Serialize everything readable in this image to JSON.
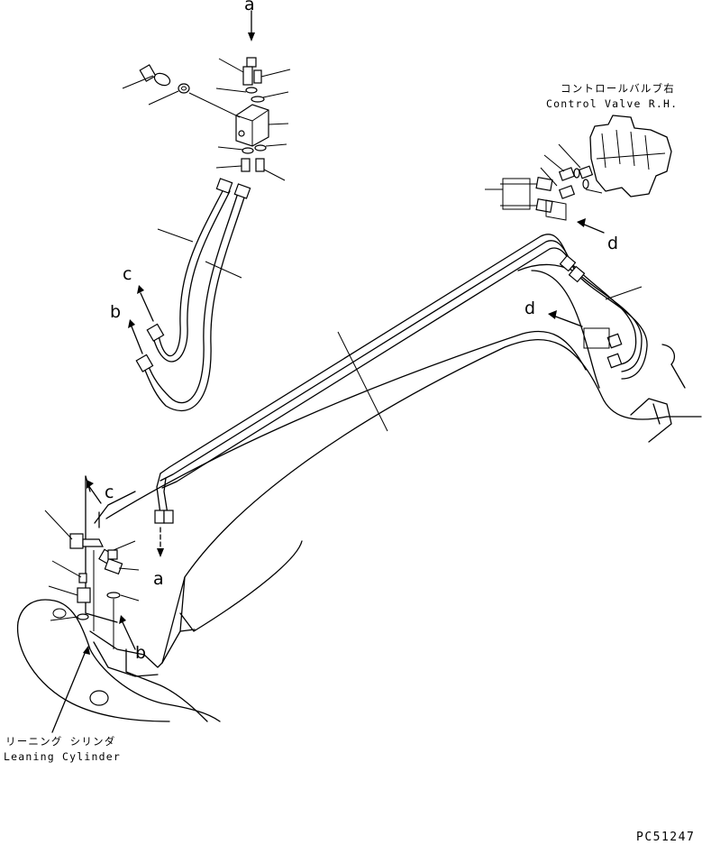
{
  "callouts": {
    "a": "a",
    "b": "b",
    "c": "c",
    "d": "d"
  },
  "labels": {
    "control_valve_jp": "コントロールバルブ右",
    "control_valve_en": "Control Valve R.H.",
    "leaning_cylinder_jp": "リーニング シリンダ",
    "leaning_cylinder_en": "Leaning Cylinder"
  },
  "figure_code": "PC51247"
}
